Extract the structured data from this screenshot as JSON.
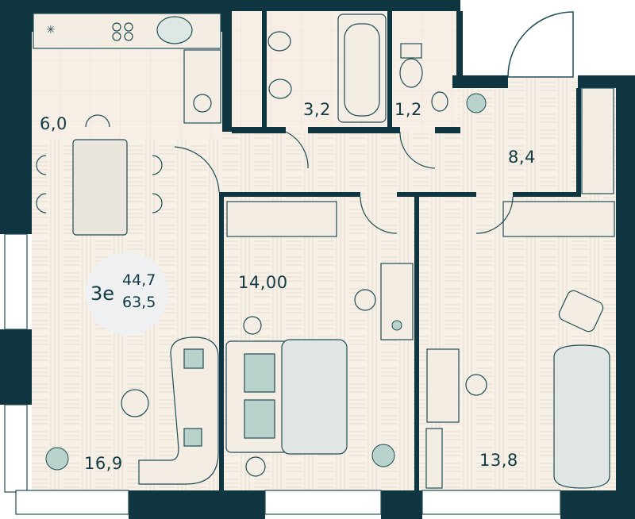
{
  "plan": {
    "rooms": [
      {
        "name": "kitchen",
        "area": "6,0"
      },
      {
        "name": "bathroom",
        "area": "3,2"
      },
      {
        "name": "toilet",
        "area": "1,2"
      },
      {
        "name": "hall",
        "area": "8,4"
      },
      {
        "name": "bedroom-1",
        "area": "14,00"
      },
      {
        "name": "living-room",
        "area": "16,9"
      },
      {
        "name": "bedroom-2",
        "area": "13,8"
      }
    ],
    "badge": {
      "type": "3е",
      "living_area": "44,7",
      "total_area": "63,5"
    },
    "colors": {
      "wall": "#0f3541",
      "floor": "#f6f0e7",
      "line": "#1f4d55",
      "accent": "#b9d3cc"
    }
  }
}
